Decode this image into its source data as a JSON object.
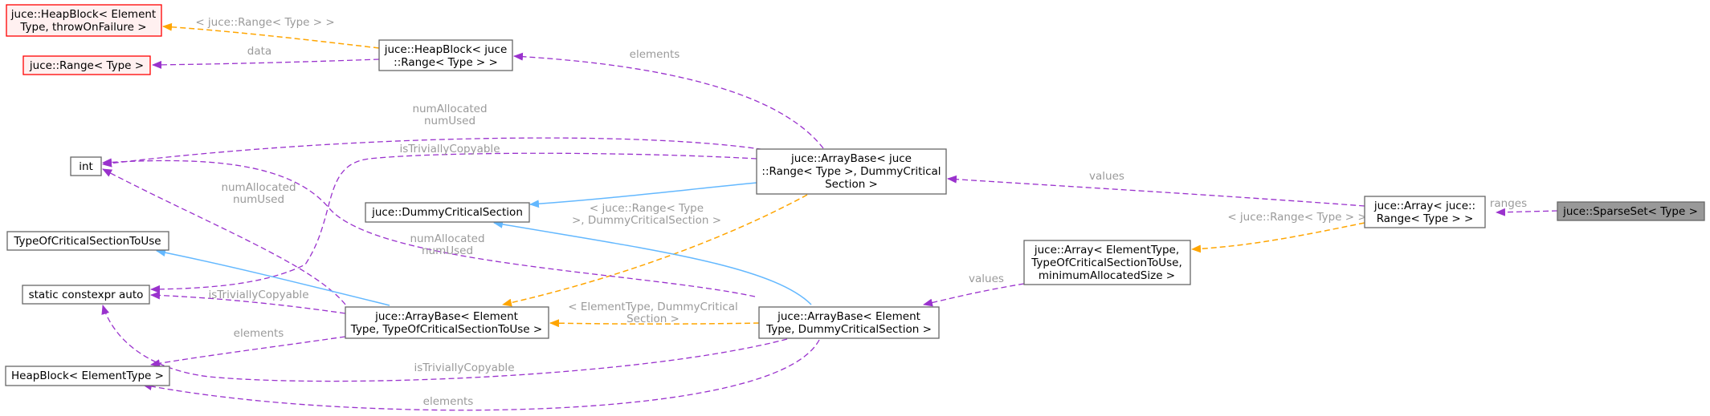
{
  "colors": {
    "node_border": "#666666",
    "node_border_red": "#ff0000",
    "node_fill_red": "#fff0f0",
    "root_fill": "#999999",
    "usage_edge": "#9a32cd",
    "template_edge": "#ffa500",
    "inherit_edge": "#63b8ff",
    "edge_label": "#9a9a9a"
  },
  "nodes": {
    "sparse_set": [
      "juce::SparseSet< Type >"
    ],
    "array_range": [
      "juce::Array< juce::",
      "Range< Type > >"
    ],
    "array_generic": [
      "juce::Array< ElementType,",
      "TypeOfCriticalSectionToUse,",
      "minimumAllocatedSize >"
    ],
    "arraybase_range": [
      "juce::ArrayBase< juce",
      "::Range< Type >, DummyCritical",
      "Section >"
    ],
    "arraybase_dummy": [
      "juce::ArrayBase< Element",
      "Type, DummyCriticalSection >"
    ],
    "arraybase_generic": [
      "juce::ArrayBase< Element",
      "Type, TypeOfCriticalSectionToUse >"
    ],
    "heapblock_range": [
      "juce::HeapBlock< juce",
      "::Range< Type > >"
    ],
    "heapblock_generic": [
      "juce::HeapBlock< Element",
      "Type, throwOnFailure >"
    ],
    "range": [
      "juce::Range< Type >"
    ],
    "int": [
      "int"
    ],
    "dummy_cs": [
      "juce::DummyCriticalSection"
    ],
    "type_cs": [
      "TypeOfCriticalSectionToUse"
    ],
    "static_auto": [
      "static constexpr auto"
    ],
    "heapblock_element": [
      "HeapBlock< ElementType >"
    ]
  },
  "edges": {
    "ranges": [
      "ranges"
    ],
    "range_tpl": [
      "< juce::Range< Type > >"
    ],
    "values_top": [
      "values"
    ],
    "values_bottom": [
      "values"
    ],
    "elements_top": [
      "elements"
    ],
    "heap_tpl": [
      "< juce::Range< Type > >"
    ],
    "data": [
      "data"
    ],
    "num_top": [
      "numAllocated",
      "numUsed"
    ],
    "trivially_top": [
      "isTriviallyCopyable"
    ],
    "arraybase_tpl": [
      "< juce::Range< Type",
      ">, DummyCriticalSection >"
    ],
    "num_mid": [
      "numAllocated",
      "numUsed"
    ],
    "num_right": [
      "numAllocated",
      "numUsed"
    ],
    "trivially_mid": [
      "isTriviallyCopyable"
    ],
    "elements_mid": [
      "elements"
    ],
    "dummy_tpl": [
      "< ElementType, DummyCritical",
      "Section >"
    ],
    "trivially_bottom": [
      "isTriviallyCopyable"
    ],
    "elements_bottom": [
      "elements"
    ]
  }
}
